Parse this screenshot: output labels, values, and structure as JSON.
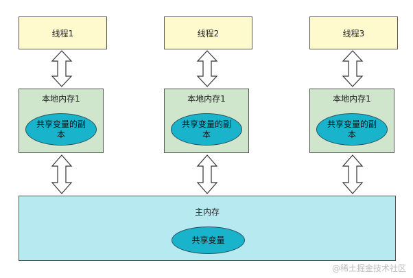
{
  "threads": [
    {
      "label": "线程1"
    },
    {
      "label": "线程2"
    },
    {
      "label": "线程3"
    }
  ],
  "local_memories": [
    {
      "title": "本地内存1",
      "copy_label": "共享变量的副本"
    },
    {
      "title": "本地内存1",
      "copy_label": "共享变量的副本"
    },
    {
      "title": "本地内存1",
      "copy_label": "共享变量的副本"
    }
  ],
  "main_memory": {
    "title": "主内存",
    "shared_variable": "共享变量"
  },
  "watermark": "@稀土掘金技术社区",
  "colors": {
    "thread_fill": "#fffacd",
    "local_fill": "#cfe6cc",
    "copy_fill": "#19b3cc",
    "main_fill": "#b7eaf0"
  }
}
